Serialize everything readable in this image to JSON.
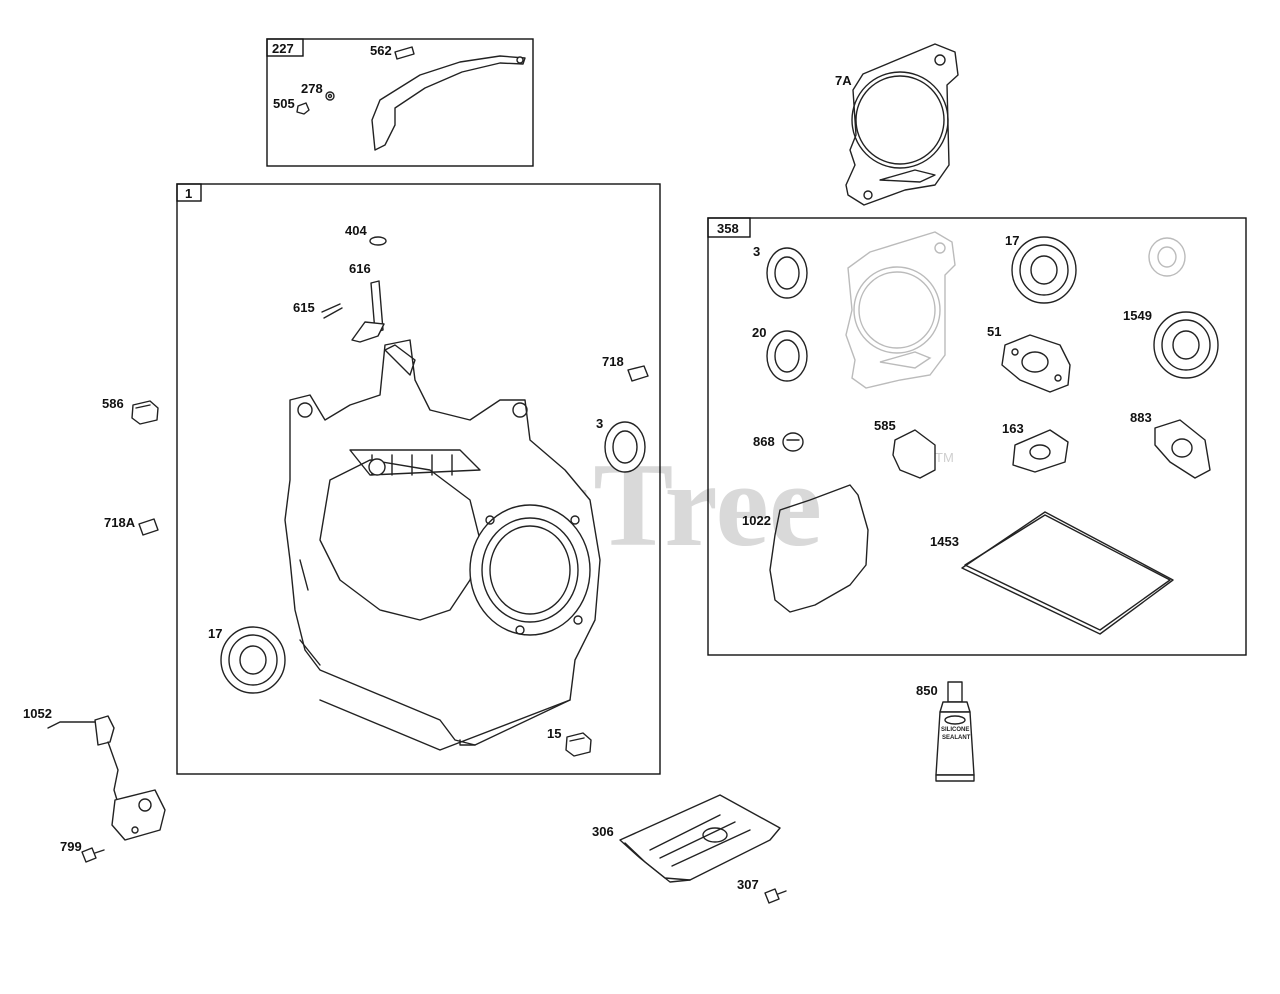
{
  "watermark": {
    "text": "PartsTree",
    "tm": "TM"
  },
  "boxes": {
    "b227": {
      "tag": "227"
    },
    "b1": {
      "tag": "1"
    },
    "b358": {
      "tag": "358"
    }
  },
  "labels": {
    "l562": "562",
    "l278": "278",
    "l505": "505",
    "l7A": "7A",
    "l404": "404",
    "l616": "616",
    "l615": "615",
    "l718": "718",
    "l3a": "3",
    "l586": "586",
    "l718A": "718A",
    "l17a": "17",
    "l15": "15",
    "l1052": "1052",
    "l799": "799",
    "l3b": "3",
    "l17b": "17",
    "l20": "20",
    "l51": "51",
    "l1549": "1549",
    "l868": "868",
    "l585": "585",
    "l163": "163",
    "l883": "883",
    "l1022": "1022",
    "l1453": "1453",
    "l850": "850",
    "l306": "306",
    "l307": "307"
  },
  "tube_text": {
    "line1": "SILICONE",
    "line2": "SEALANT"
  }
}
